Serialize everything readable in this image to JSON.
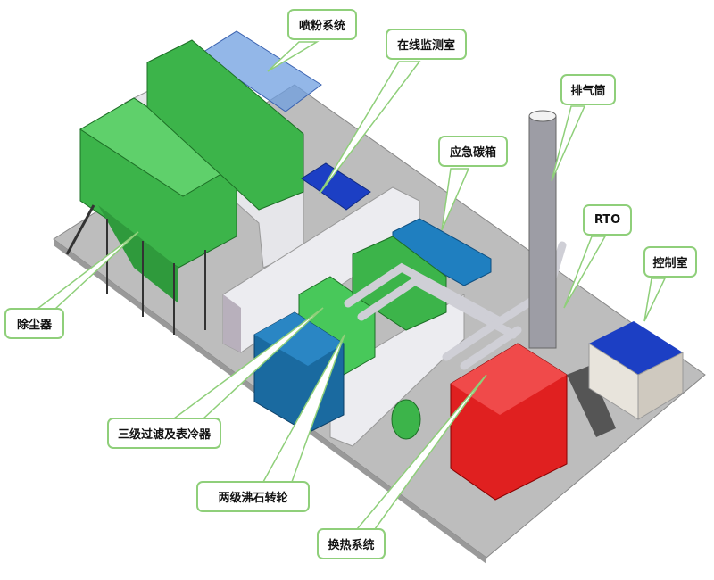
{
  "callouts": {
    "powder_spray": "喷粉系统",
    "online_monitoring": "在线监测室",
    "exhaust_stack": "排气筒",
    "emergency_carbon": "应急碳箱",
    "rto": "RTO",
    "control_room": "控制室",
    "dust_collector": "除尘器",
    "filter_cooler": "三级过滤及表冷器",
    "zeolite_rotor": "两级沸石转轮",
    "heat_exchange": "换热系统"
  },
  "colors": {
    "slab": "#bdbdbd",
    "green": "#3cb44a",
    "blue": "#1f6fae",
    "red": "#e02020",
    "callout_border": "#8fcf7a"
  }
}
